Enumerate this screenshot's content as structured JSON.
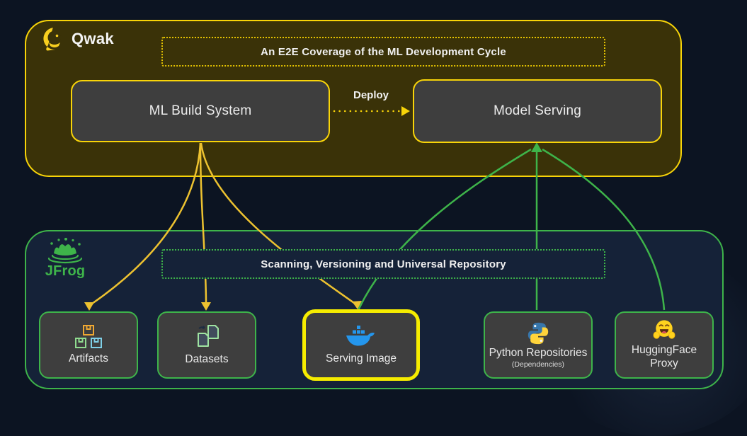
{
  "qwak_zone": {
    "logo_text": "Qwak",
    "banner": "An E2E Coverage of the ML Development Cycle",
    "build_node_label": "ML Build System",
    "serving_node_label": "Model Serving",
    "deploy_label": "Deploy",
    "accent_color": "#f8d408",
    "fill_color": "#3a3208"
  },
  "jfrog_zone": {
    "logo_text": "JFrog",
    "banner": "Scanning, Versioning and Universal Repository",
    "accent_color": "#3eb44a",
    "fill_color": "#152238",
    "nodes": [
      {
        "label": "Artifacts",
        "icon": "artifacts-packages-icon"
      },
      {
        "label": "Datasets",
        "icon": "datasets-files-icon"
      },
      {
        "label": "Serving Image",
        "icon": "docker-whale-icon",
        "highlighted": true,
        "highlight_color": "#f6ec00"
      },
      {
        "label": "Python Repositories",
        "sublabel": "(Dependencies)",
        "icon": "python-icon"
      },
      {
        "label": "HuggingFace Proxy",
        "icon": "huggingface-icon"
      }
    ]
  },
  "colors": {
    "page_background": "#0c1422",
    "arrow_yellow": "#edc230",
    "arrow_green": "#3eb44a",
    "node_fill": "#3e3e3e",
    "docker_blue": "#2496ed",
    "python_blue": "#3776ab",
    "python_yellow": "#ffd43b",
    "huggingface_yellow": "#ffd21e"
  }
}
